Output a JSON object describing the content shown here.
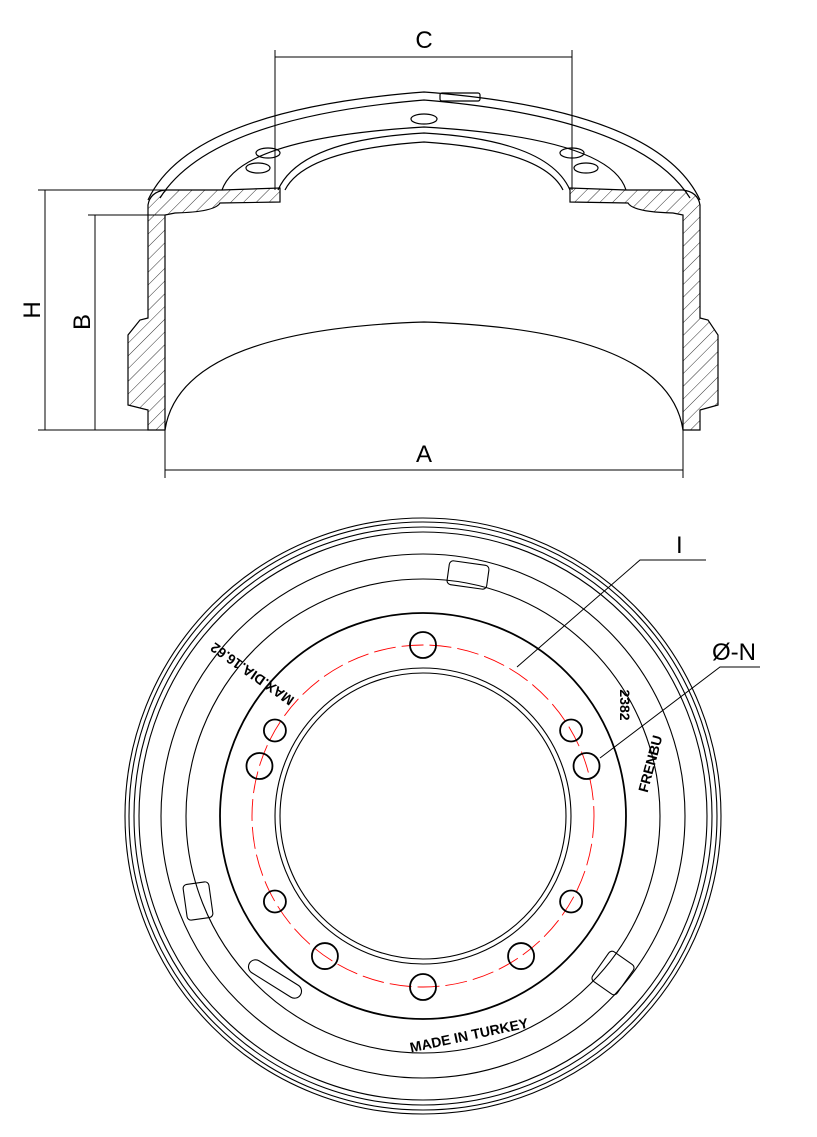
{
  "dimensions": {
    "A": "A",
    "B": "B",
    "C": "C",
    "H": "H",
    "I": "I",
    "N": "Ø-N"
  },
  "engravings": {
    "max_dia": "MAX.DIA.16.62",
    "part_no": "2382",
    "brand": "FRENBU",
    "origin": "MADE IN TURKEY"
  },
  "colors": {
    "line": "#000000",
    "bolt_circle": "#ff0000"
  }
}
